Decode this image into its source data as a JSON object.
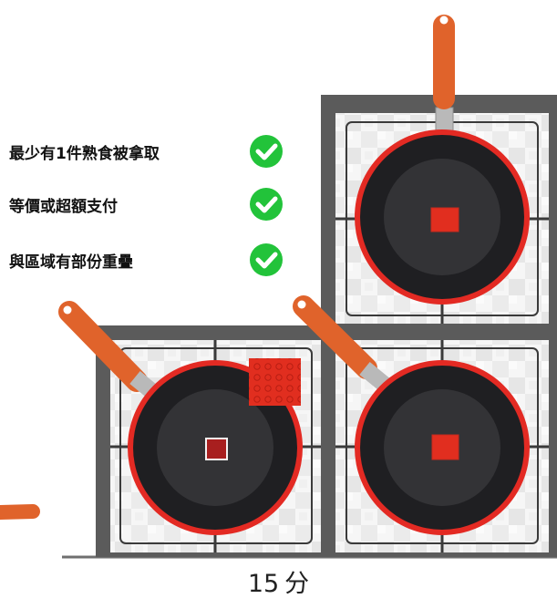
{
  "checklist": [
    {
      "label": "最少有1件熟食被拿取",
      "icon": "check-circle-icon",
      "status": "done"
    },
    {
      "label": "等價或超額支付",
      "icon": "check-circle-icon",
      "status": "done"
    },
    {
      "label": "與區域有部份重疊",
      "icon": "check-circle-icon",
      "status": "done"
    }
  ],
  "timer": {
    "value": "15",
    "unit": "分"
  },
  "colors": {
    "check_green": "#22c33a",
    "stove_frame": "#5b5b5b",
    "pan_rim": "#e32a23",
    "pan_body": "#1f1f22",
    "handle": "#e0632b",
    "food_red": "#e12e1f"
  },
  "pans": [
    {
      "name": "top-right",
      "food": "small-block"
    },
    {
      "name": "bottom-left",
      "food": "small-square-selected"
    },
    {
      "name": "bottom-right",
      "food": "small-block"
    }
  ],
  "loose_items": [
    {
      "name": "large-block-on-bottom-left-burner"
    }
  ]
}
